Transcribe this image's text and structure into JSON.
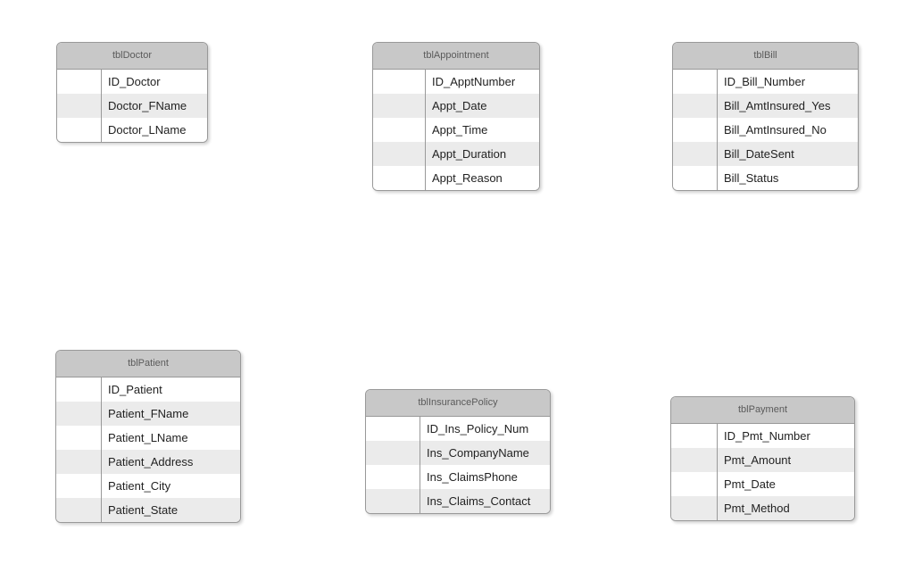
{
  "page": {
    "background": "#ffffff"
  },
  "colors": {
    "header_fill": "#c8c8c8",
    "header_text": "#5a5a5a",
    "border": "#999999",
    "stripe": "#ebebeb",
    "row_fill": "#ffffff",
    "field_text": "#222222"
  },
  "tables": [
    {
      "title": "tblDoctor",
      "fields": [
        "ID_Doctor",
        "Doctor_FName",
        "Doctor_LName"
      ]
    },
    {
      "title": "tblAppointment",
      "fields": [
        "ID_ApptNumber",
        "Appt_Date",
        "Appt_Time",
        "Appt_Duration",
        "Appt_Reason"
      ]
    },
    {
      "title": "tblBill",
      "fields": [
        "ID_Bill_Number",
        "Bill_AmtInsured_Yes",
        "Bill_AmtInsured_No",
        "Bill_DateSent",
        "Bill_Status"
      ]
    },
    {
      "title": "tblPatient",
      "fields": [
        "ID_Patient",
        "Patient_FName",
        "Patient_LName",
        "Patient_Address",
        "Patient_City",
        "Patient_State"
      ]
    },
    {
      "title": "tblInsurancePolicy",
      "fields": [
        "ID_Ins_Policy_Num",
        "Ins_CompanyName",
        "Ins_ClaimsPhone",
        "Ins_Claims_Contact"
      ]
    },
    {
      "title": "tblPayment",
      "fields": [
        "ID_Pmt_Number",
        "Pmt_Amount",
        "Pmt_Date",
        "Pmt_Method"
      ]
    }
  ]
}
